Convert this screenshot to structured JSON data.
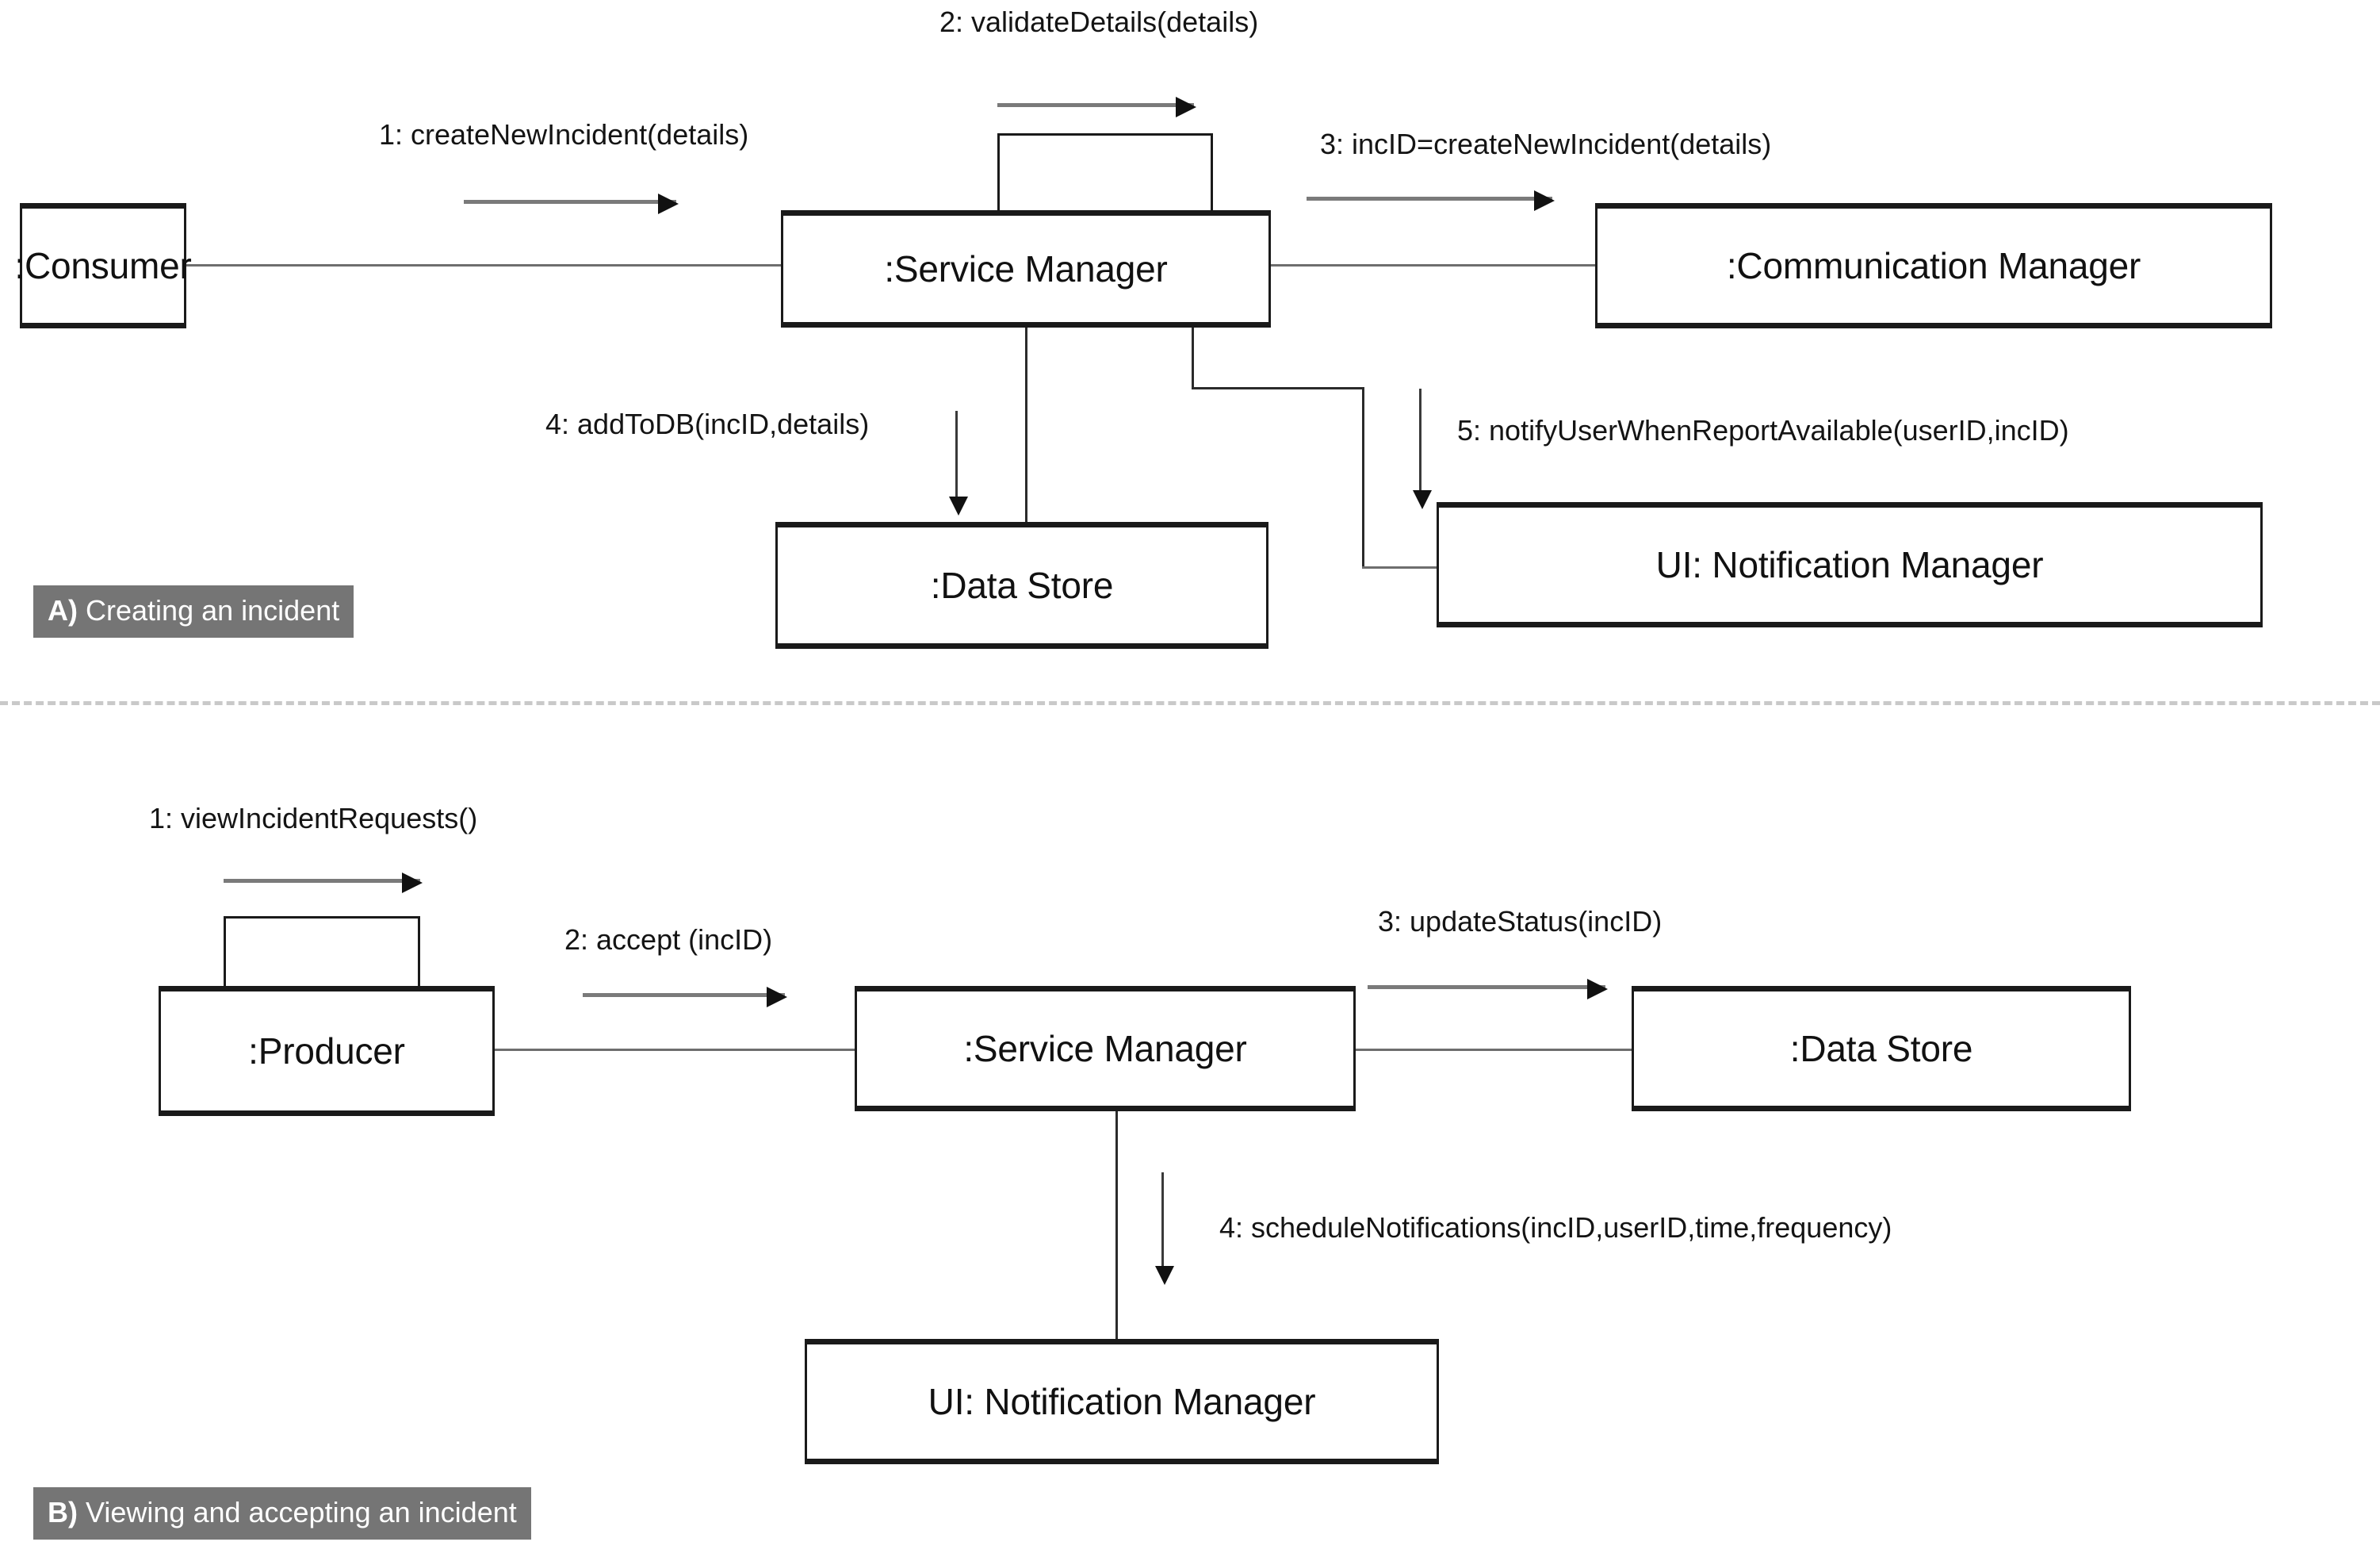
{
  "diagram": {
    "title": "UML communication diagrams for incident handling",
    "panels": [
      {
        "id": "A",
        "caption_prefix": "A)",
        "caption_text": "Creating an incident",
        "objects": [
          {
            "id": "consumer",
            "label": ":Consumer"
          },
          {
            "id": "service_manager_a",
            "label": ":Service Manager"
          },
          {
            "id": "communication_manager",
            "label": ":Communication Manager"
          },
          {
            "id": "data_store_a",
            "label": ":Data Store"
          },
          {
            "id": "notification_manager_a",
            "label": "UI: Notification Manager"
          }
        ],
        "messages": [
          {
            "seq": "1",
            "label": "1: createNewIncident(details)",
            "from": "consumer",
            "to": "service_manager_a",
            "direction": "right"
          },
          {
            "seq": "2",
            "label": "2: validateDetails(details)",
            "from": "service_manager_a",
            "to": "service_manager_a",
            "direction": "self"
          },
          {
            "seq": "3",
            "label": "3: incID=createNewIncident(details)",
            "from": "service_manager_a",
            "to": "communication_manager",
            "direction": "right"
          },
          {
            "seq": "4",
            "label": "4: addToDB(incID,details)",
            "from": "service_manager_a",
            "to": "data_store_a",
            "direction": "down"
          },
          {
            "seq": "5",
            "label": "5: notifyUserWhenReportAvailable(userID,incID)",
            "from": "service_manager_a",
            "to": "notification_manager_a",
            "direction": "down"
          }
        ]
      },
      {
        "id": "B",
        "caption_prefix": "B)",
        "caption_text": "Viewing and accepting an incident",
        "objects": [
          {
            "id": "producer",
            "label": ":Producer"
          },
          {
            "id": "service_manager_b",
            "label": ":Service Manager"
          },
          {
            "id": "data_store_b",
            "label": ":Data Store"
          },
          {
            "id": "notification_manager_b",
            "label": "UI: Notification Manager"
          }
        ],
        "messages": [
          {
            "seq": "1",
            "label": "1: viewIncidentRequests()",
            "from": "producer",
            "to": "producer",
            "direction": "self"
          },
          {
            "seq": "2",
            "label": "2: accept (incID)",
            "from": "producer",
            "to": "service_manager_b",
            "direction": "right"
          },
          {
            "seq": "3",
            "label": "3: updateStatus(incID)",
            "from": "service_manager_b",
            "to": "data_store_b",
            "direction": "right"
          },
          {
            "seq": "4",
            "label": "4: scheduleNotifications(incID,userID,time,frequency)",
            "from": "service_manager_b",
            "to": "notification_manager_b",
            "direction": "down"
          }
        ]
      }
    ],
    "colors": {
      "box_border": "#1a1a1a",
      "link_line": "#6e6e6e",
      "arrow_line": "#7a7a7a",
      "arrow_head": "#111111",
      "caption_bg": "#757575",
      "caption_text": "#ffffff",
      "divider": "#c9c9c9",
      "background": "#ffffff"
    }
  }
}
